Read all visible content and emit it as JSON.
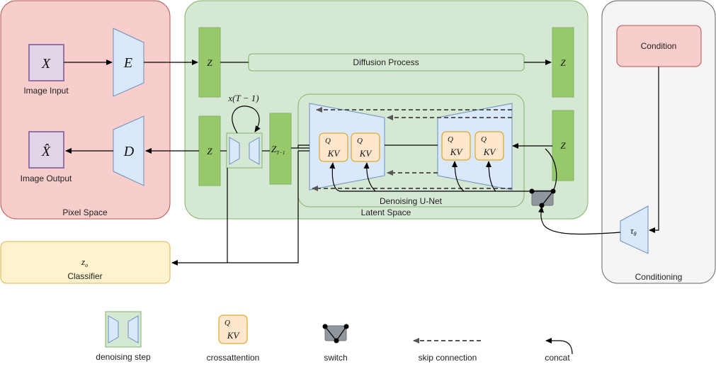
{
  "panels": {
    "pixel_space": "Pixel Space",
    "latent_space": "Latent Space",
    "conditioning": "Conditioning"
  },
  "nodes": {
    "image_input_symbol": "X",
    "image_input_label": "Image Input",
    "image_output_symbol": "X̂",
    "image_output_label": "Image Output",
    "encoder": "E",
    "decoder": "D",
    "z": "Z",
    "z_t_minus_1": "Z",
    "z_t_minus_1_sub": "T−1",
    "loop_label": "x(T − 1)",
    "diffusion_process": "Diffusion Process",
    "denoising_unet": "Denoising U-Net",
    "condition": "Condition",
    "tau": "τ",
    "tau_sub": "θ",
    "classifier_symbol": "z",
    "classifier_symbol_sub": "o",
    "classifier_label": "Classifier",
    "q": "Q",
    "kv": "KV"
  },
  "legend": {
    "denoising_step": "denoising step",
    "crossattention": "crossattention",
    "switch": "switch",
    "skip_connection": "skip connection",
    "concat": "concat"
  },
  "colors": {
    "pixel_fill": "#f8cecc",
    "pixel_stroke": "#b85450",
    "latent_fill": "#d5e8d4",
    "latent_stroke": "#82b366",
    "block_green": "#97c96b",
    "cond_fill": "#f5f5f5",
    "cond_stroke": "#666666",
    "blue_fill": "#dae8fc",
    "blue_stroke": "#6c8ebf",
    "purple_fill": "#e1d5e7",
    "purple_stroke": "#9673a6",
    "orange_fill": "#ffe6cc",
    "orange_stroke": "#d79b00",
    "yellow_fill": "#fff2cc",
    "yellow_stroke": "#d6b656"
  }
}
